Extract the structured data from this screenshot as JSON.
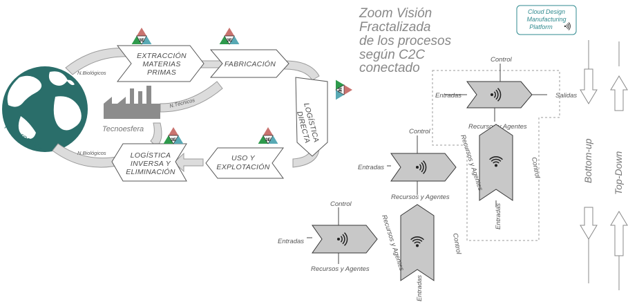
{
  "diagram": {
    "title_lines": [
      "Zoom Visión",
      "Fractalizada",
      "de los procesos",
      "según C2C",
      "conectado"
    ],
    "cloud_lines": [
      "Cloud Design",
      "Manufacturing",
      "Platform"
    ],
    "naturesfera": "Naturesfera",
    "tecnoesfera": "Tecnoesfera",
    "n_biologicos": "N.Biológicos",
    "n_tecnicos": "N.Técnicos",
    "badge": "3E",
    "processes": {
      "extraccion": [
        "EXTRACCIÓN",
        "MATERIAS",
        "PRIMAS"
      ],
      "fabricacion": "FABRICACIÓN",
      "logistica_directa": [
        "LOGÍSTICA",
        "DIRECTA"
      ],
      "uso": [
        "USO Y",
        "EXPLOTACIÓN"
      ],
      "inversa": [
        "LOGÍSTICA",
        "INVERSA Y",
        "ELIMINACIÓN"
      ]
    },
    "io": {
      "entradas": "Entradas",
      "salidas": "Salidas",
      "control": "Control",
      "recursos": "Recursos y Agentes"
    },
    "bottom_up": "Bottom-up",
    "top_down": "Top-Down",
    "colors": {
      "red": "#c9736f",
      "green": "#2e9a4c",
      "teal": "#58a9b4",
      "chevron_fill": "#c8c8c8",
      "globe": "#2a6e6a"
    }
  }
}
